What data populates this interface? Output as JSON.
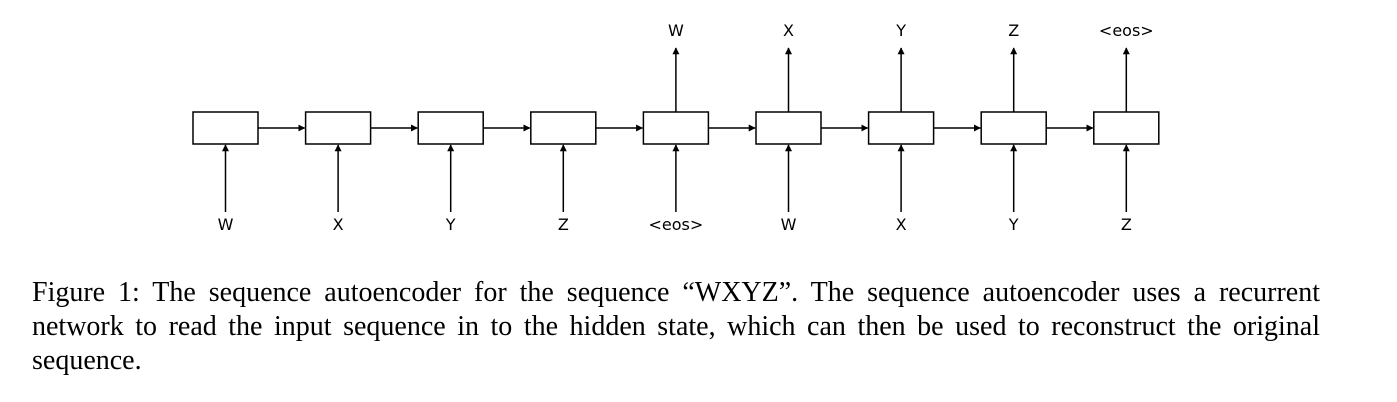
{
  "diagram": {
    "inputs": [
      "W",
      "X",
      "Y",
      "Z",
      "<eos>",
      "W",
      "X",
      "Y",
      "Z"
    ],
    "outputs": [
      "W",
      "X",
      "Y",
      "Z",
      "<eos>"
    ]
  },
  "caption": "Figure 1: The sequence autoencoder for the sequence “WXYZ”. The sequence autoencoder uses a recurrent network to read the input sequence in to the hidden state, which can then be used to reconstruct the original sequence."
}
